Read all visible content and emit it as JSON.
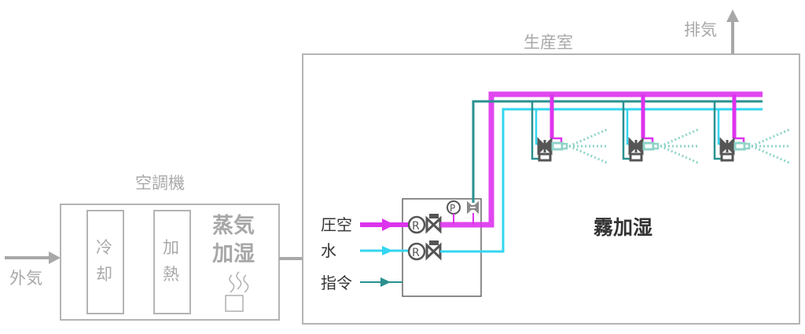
{
  "colors": {
    "box_gray": "#b4b4b4",
    "label_gray": "#a8a8a8",
    "air": "#dd33ee",
    "water": "#33d6f2",
    "signal": "#2a9090",
    "spray": "#8fd3c8",
    "valve": "#555555"
  },
  "ahu": {
    "title": "空調機",
    "inlet_label": "外気",
    "cooling": [
      "冷",
      "却"
    ],
    "heating": [
      "加",
      "熱"
    ],
    "steam_humid": [
      "蒸気",
      "加湿"
    ]
  },
  "room": {
    "title": "生産室",
    "exhaust_label": "排気",
    "mist_label": "霧加湿"
  },
  "control_unit": {
    "inputs": [
      {
        "label": "圧空",
        "type": "air"
      },
      {
        "label": "水",
        "type": "water"
      },
      {
        "label": "指令",
        "type": "signal"
      }
    ],
    "regulator_label": "R",
    "pressure_label": "P"
  },
  "nozzles": {
    "count": 3
  }
}
